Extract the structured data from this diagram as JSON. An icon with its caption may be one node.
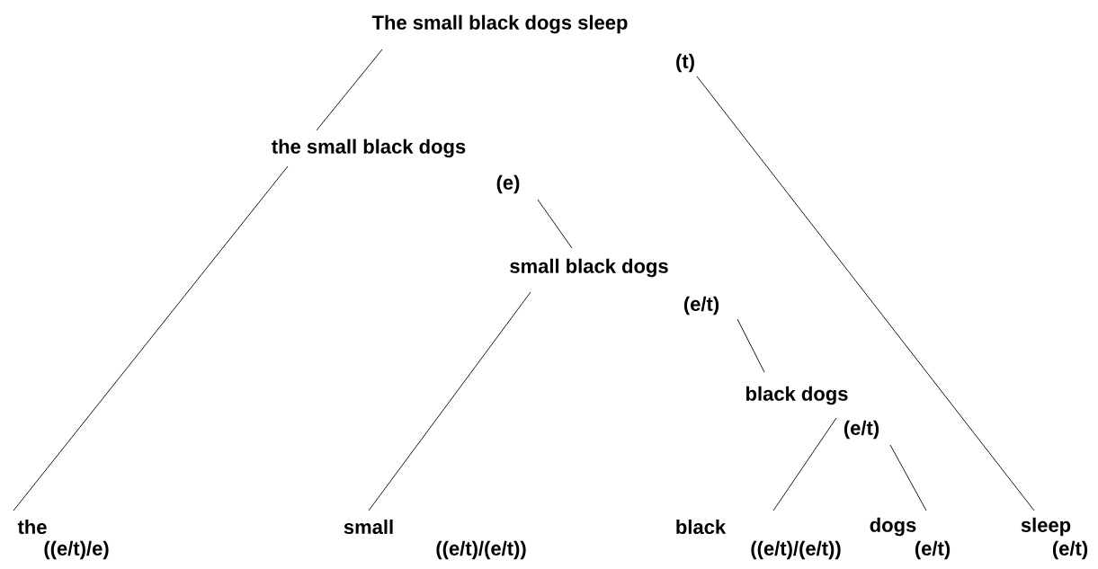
{
  "diagram": {
    "nodes": [
      {
        "text": [
          "The small black dogs sleep",
          "(t)"
        ]
      },
      {
        "text": [
          "the small black dogs",
          "(e)"
        ]
      },
      {
        "text": [
          "small black dogs",
          "(e/t)"
        ]
      },
      {
        "text": [
          "black dogs",
          "(e/t)"
        ]
      },
      {
        "text": [
          "the",
          "((e/t)/e)"
        ]
      },
      {
        "text": [
          "small",
          "((e/t)/(e/t))"
        ]
      },
      {
        "text": [
          "black",
          "((e/t)/(e/t))"
        ]
      },
      {
        "text": [
          "dogs",
          "(e/t)"
        ]
      },
      {
        "text": [
          "sleep",
          "(e/t)"
        ]
      }
    ],
    "edges": [
      {
        "from": 0,
        "to": 1,
        "arrow": "none"
      },
      {
        "from": 0,
        "to": 8,
        "arrow": "none"
      },
      {
        "from": 1,
        "to": 4,
        "arrow": "none"
      },
      {
        "from": 1,
        "to": 2,
        "arrow": "none"
      },
      {
        "from": 2,
        "to": 5,
        "arrow": "none"
      },
      {
        "from": 2,
        "to": 3,
        "arrow": "none"
      },
      {
        "from": 3,
        "to": 6,
        "arrow": "none"
      },
      {
        "from": 3,
        "to": 7,
        "arrow": "none"
      }
    ]
  }
}
